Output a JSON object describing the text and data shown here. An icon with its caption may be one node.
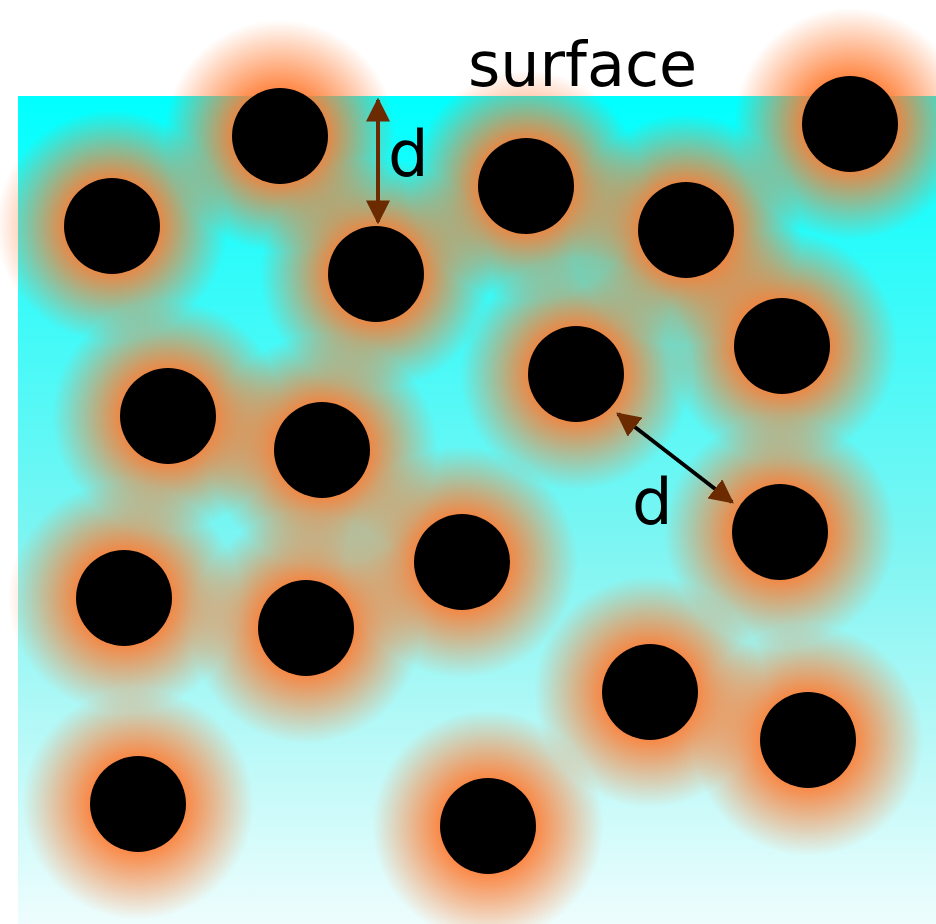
{
  "diagram": {
    "labels": [
      "surface",
      "d",
      "d"
    ]
  }
}
